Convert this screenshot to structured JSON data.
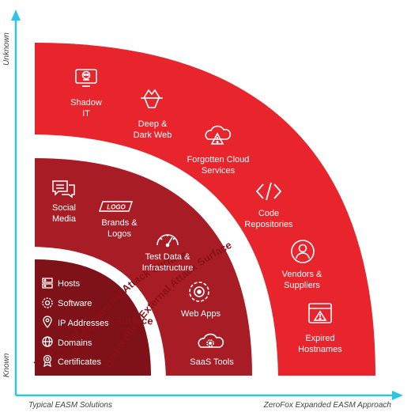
{
  "axes": {
    "y_top": "Unknown",
    "y_bottom": "Known",
    "x_left": "Typical EASM Solutions",
    "x_right": "ZeroFox Expanded EASM Approach"
  },
  "colors": {
    "outer": "#e8242c",
    "middle": "#a81d25",
    "inner": "#7e1218",
    "axis": "#2ec4e6",
    "title": "#8b1119"
  },
  "rings": {
    "outer": {
      "title": "Unintended External Attack Surface",
      "items": [
        {
          "line1": "Shadow",
          "line2": "IT",
          "icon": "skull-monitor-icon"
        },
        {
          "line1": "Deep &",
          "line2": "Dark Web",
          "icon": "iceberg-icon"
        },
        {
          "line1": "Forgotten Cloud",
          "line2": "Services",
          "icon": "cloud-warning-icon"
        },
        {
          "line1": "Code",
          "line2": "Repositories",
          "icon": "code-icon"
        },
        {
          "line1": "Vendors &",
          "line2": "Suppliers",
          "icon": "user-circle-icon"
        },
        {
          "line1": "Expired",
          "line2": "Hostnames",
          "icon": "browser-warning-icon"
        }
      ]
    },
    "middle": {
      "title": "Intended External Attack Surface",
      "items": [
        {
          "line1": "Social",
          "line2": "Media",
          "icon": "chat-bubbles-icon"
        },
        {
          "line1": "Brands &",
          "line2": "Logos",
          "icon": "logo-badge-icon",
          "badge": "LOGO"
        },
        {
          "line1": "Test Data &",
          "line2": "Infrastructure",
          "icon": "gauge-icon"
        },
        {
          "line1": "Web Apps",
          "line2": "",
          "icon": "web-gear-icon"
        },
        {
          "line1": "SaaS Tools",
          "line2": "",
          "icon": "cloud-gear-icon"
        }
      ]
    },
    "inner": {
      "title": "Traditional Attack Surface",
      "items": [
        {
          "label": "Hosts",
          "icon": "server-icon"
        },
        {
          "label": "Software",
          "icon": "gear-icon"
        },
        {
          "label": "IP Addresses",
          "icon": "location-pin-icon"
        },
        {
          "label": "Domains",
          "icon": "globe-icon"
        },
        {
          "label": "Certificates",
          "icon": "certificate-icon"
        }
      ]
    }
  }
}
